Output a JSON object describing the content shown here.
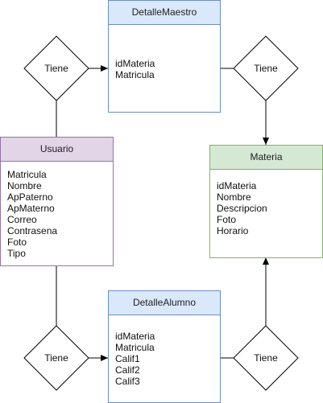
{
  "entities": {
    "detalle_maestro": {
      "title": "DetalleMaestro",
      "attributes": [
        "idMateria",
        "Matricula"
      ],
      "header_fill": "#dae8fc",
      "border": "#6c8ebf"
    },
    "usuario": {
      "title": "Usuario",
      "attributes": [
        "Matricula",
        "Nombre",
        "ApPaterno",
        "ApMaterno",
        "Correo",
        "Contrasena",
        "Foto",
        "Tipo"
      ],
      "header_fill": "#e1d5e7",
      "border": "#9673a6"
    },
    "materia": {
      "title": "Materia",
      "attributes": [
        "idMateria",
        "Nombre",
        "Descripcion",
        "Foto",
        "Horario"
      ],
      "header_fill": "#d5e8d4",
      "border": "#82b366"
    },
    "detalle_alumno": {
      "title": "DetalleAlumno",
      "attributes": [
        "idMateria",
        "Matricula",
        "Calif1",
        "Calif2",
        "Calif3"
      ],
      "header_fill": "#dae8fc",
      "border": "#6c8ebf"
    }
  },
  "relationships": {
    "usuario_maestro": "Tiene",
    "maestro_materia": "Tiene",
    "usuario_alumno": "Tiene",
    "alumno_materia": "Tiene"
  }
}
